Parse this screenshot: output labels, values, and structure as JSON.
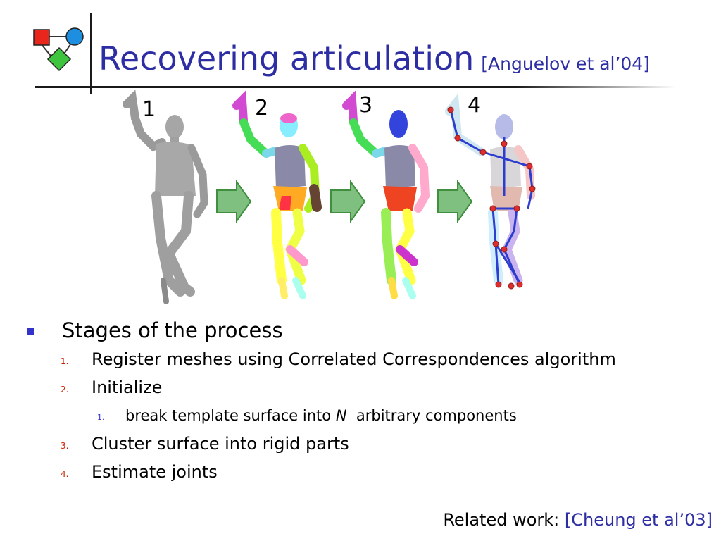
{
  "slide": {
    "title": "Recovering articulation",
    "title_ref": "[Anguelov et al’04]"
  },
  "figure": {
    "stage_labels": [
      "1",
      "2",
      "3",
      "4"
    ]
  },
  "bullets": {
    "heading": "Stages of the process",
    "items": [
      {
        "number": "1.",
        "text": "Register meshes using Correlated Correspondences algorithm"
      },
      {
        "number": "2.",
        "text": "Initialize"
      },
      {
        "number": "3.",
        "text": "Cluster surface into rigid parts"
      },
      {
        "number": "4.",
        "text": "Estimate joints"
      }
    ],
    "sub_item": {
      "number": "1.",
      "text_before": "break template surface into",
      "text_var": "N",
      "text_after": "arbitrary components"
    }
  },
  "footer": {
    "label": "Related work:",
    "ref": "[Cheung et al’03]"
  },
  "colors": {
    "title": "#2e2ea4",
    "bullet": "#3333cc",
    "number": "#cc2200",
    "arrow": "#7fbf7f"
  }
}
